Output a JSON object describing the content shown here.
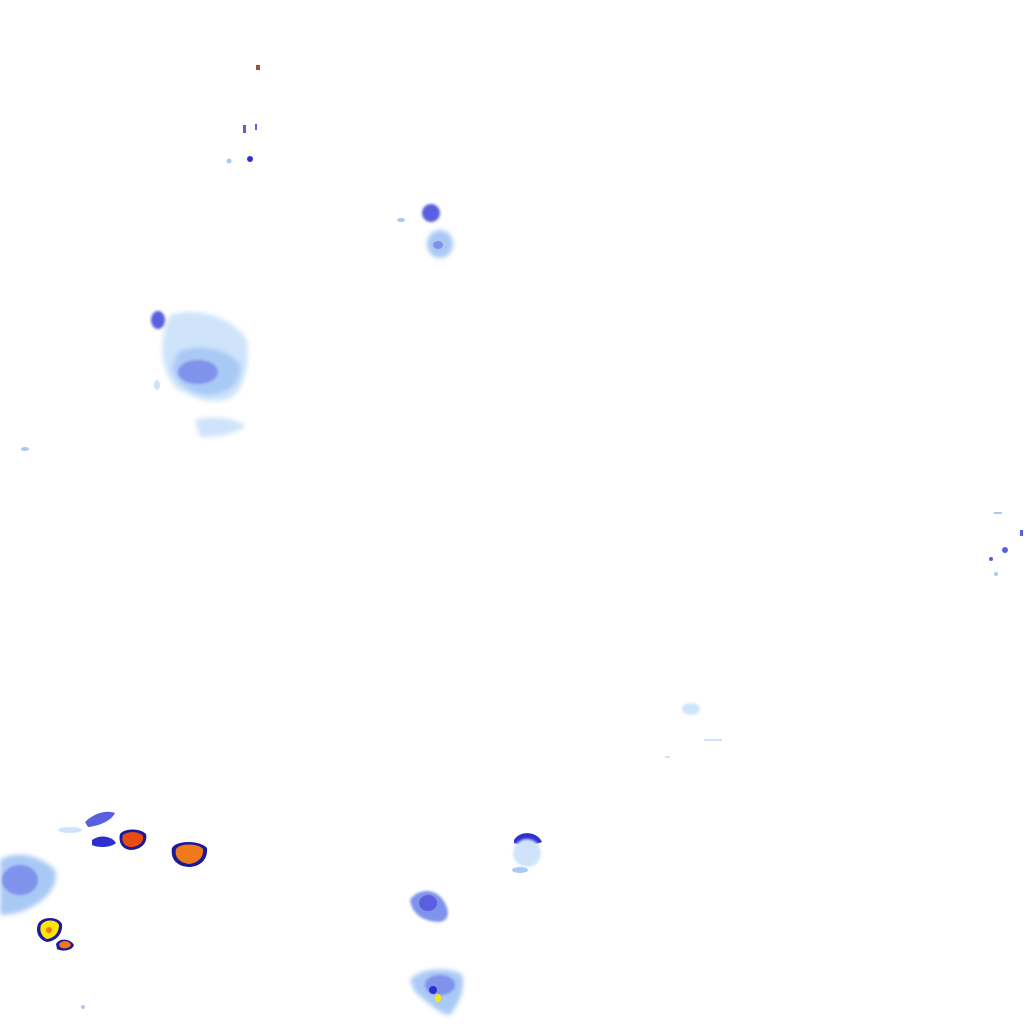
{
  "map": {
    "background": "#ffffff",
    "palette": {
      "very_light": "#cfe4fb",
      "light": "#a9c9f5",
      "medium": "#7f93ec",
      "moderate": "#5a5fe0",
      "strong": "#2f2fd0",
      "heavy": "#f07a1a",
      "very_heavy": "#e84a10",
      "extreme": "#ffe600",
      "outline": "#1a1a9a"
    },
    "echoes": [
      {
        "intensity": "light"
      },
      {
        "intensity": "moderate"
      },
      {
        "intensity": "heavy"
      },
      {
        "intensity": "extreme"
      }
    ]
  }
}
